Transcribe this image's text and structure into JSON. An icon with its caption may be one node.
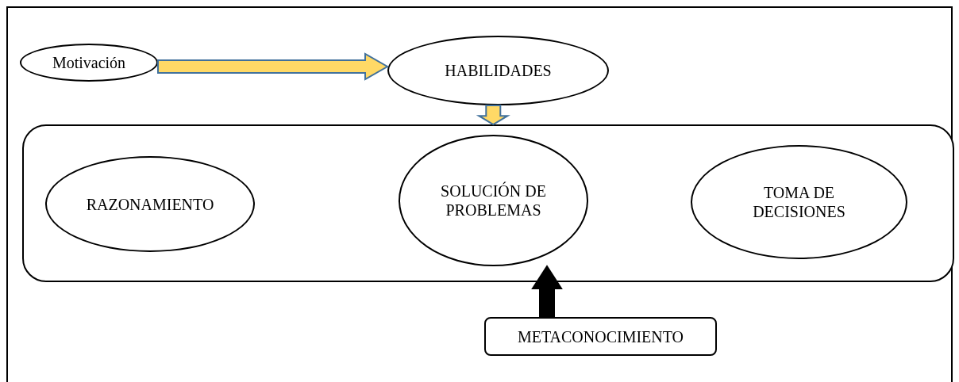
{
  "diagram": {
    "nodes": [
      {
        "text": [
          "Motivación"
        ]
      },
      {
        "text": [
          "HABILIDADES"
        ]
      },
      {
        "text": [],
        "shape": "box"
      },
      {
        "text": [
          "RAZONAMIENTO"
        ],
        "in": 2
      },
      {
        "text": [
          "SOLUCIÓN DE PROBLEMAS"
        ],
        "in": 2
      },
      {
        "text": [
          "TOMA DE DECISIONES"
        ],
        "in": 2
      },
      {
        "text": [
          "METACONOCIMIENTO"
        ]
      }
    ],
    "edges": [
      {
        "from": 0,
        "to": 1,
        "arrow": "to",
        "style": "thick"
      },
      {
        "from": 1,
        "to": 2,
        "arrow": "to",
        "style": "thick"
      },
      {
        "from": 6,
        "to": 4,
        "arrow": "to",
        "style": "thick",
        "color": "#000000"
      }
    ]
  }
}
